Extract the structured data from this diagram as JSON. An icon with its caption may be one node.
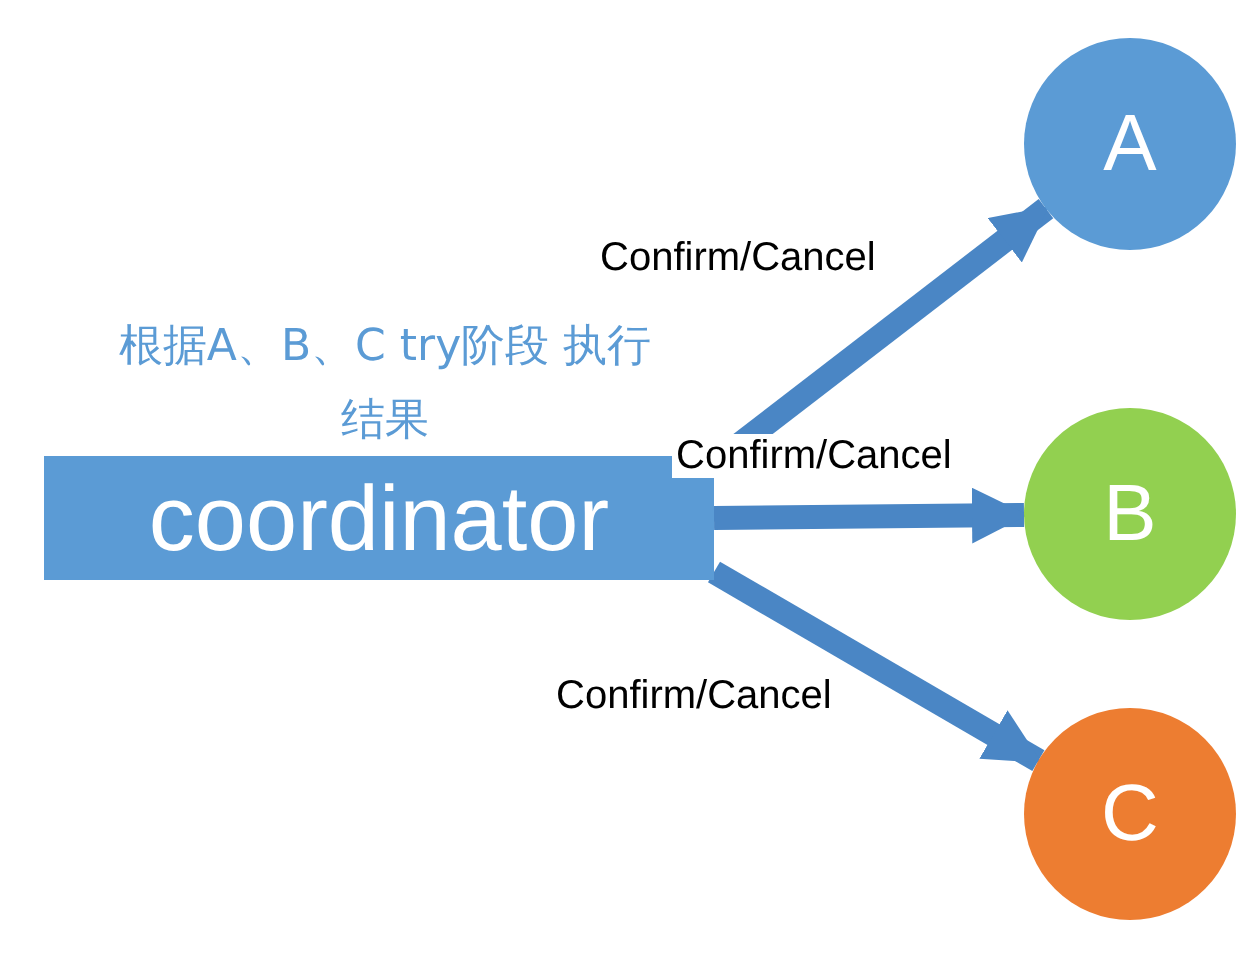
{
  "diagram": {
    "nodes": [
      {
        "text": [
          "coordinator"
        ],
        "beside": [
          "根据A、B、C try阶段 执行结果"
        ]
      },
      {
        "text": [
          "A"
        ]
      },
      {
        "text": [
          "B"
        ]
      },
      {
        "text": [
          "C"
        ]
      }
    ],
    "edges": [
      {
        "from": 0,
        "to": 1,
        "arrow": "to",
        "label": "Confirm/Cancel"
      },
      {
        "from": 0,
        "to": 2,
        "arrow": "to",
        "label": "Confirm/Cancel"
      },
      {
        "from": 0,
        "to": 3,
        "arrow": "to",
        "label": "Confirm/Cancel"
      }
    ]
  }
}
